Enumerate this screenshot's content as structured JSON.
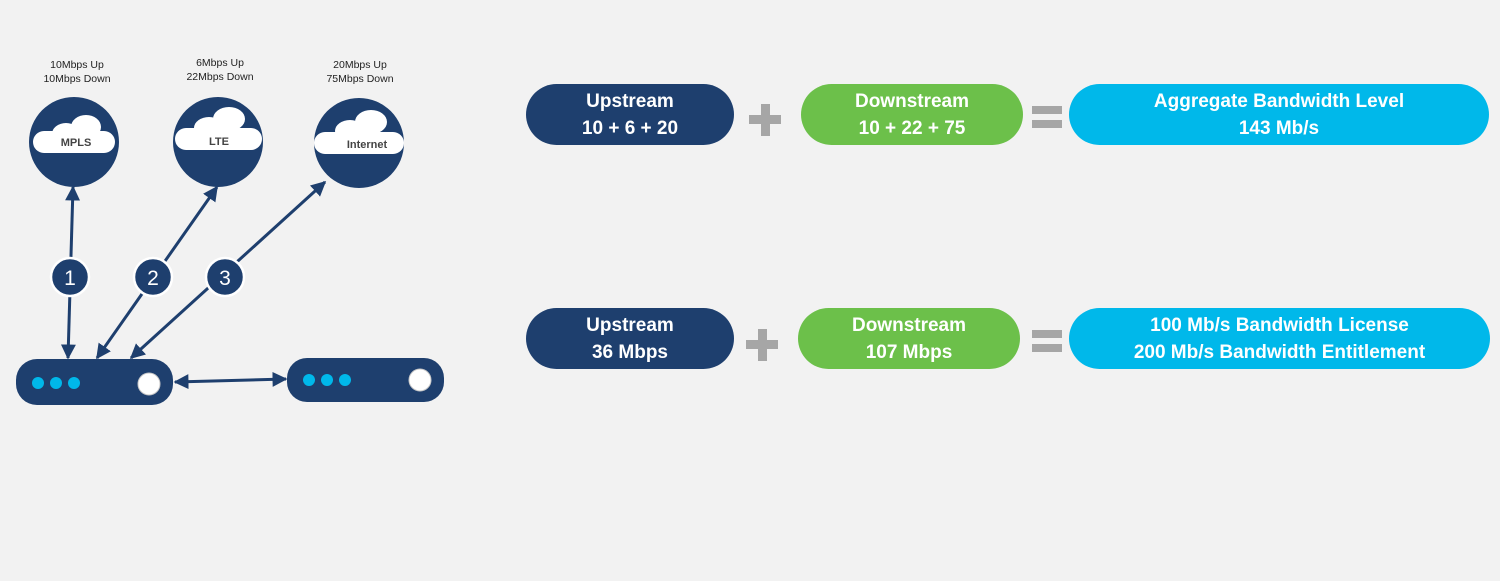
{
  "links": [
    {
      "number": "1",
      "cloud_label": "MPLS",
      "caption_line1": "10Mbps Up",
      "caption_line2": "10Mbps Down"
    },
    {
      "number": "2",
      "cloud_label": "LTE",
      "caption_line1": "6Mbps Up",
      "caption_line2": "22Mbps Down"
    },
    {
      "number": "3",
      "cloud_label": "Internet",
      "caption_line1": "20Mbps Up",
      "caption_line2": "75Mbps Down"
    }
  ],
  "equations": [
    {
      "upstream_title": "Upstream",
      "upstream_value": "10 + 6 + 20",
      "downstream_title": "Downstream",
      "downstream_value": "10 + 22 + 75",
      "result_line1": "Aggregate Bandwidth Level",
      "result_line2": "143 Mb/s"
    },
    {
      "upstream_title": "Upstream",
      "upstream_value": "36 Mbps",
      "downstream_title": "Downstream",
      "downstream_value": "107 Mbps",
      "result_line1": "100 Mb/s Bandwidth License",
      "result_line2": "200 Mb/s Bandwidth Entitlement"
    }
  ],
  "colors": {
    "navy": "#1e3f6e",
    "green": "#6cc04a",
    "cyan": "#00b8ea",
    "operator_gray": "#a6a6a6",
    "background": "#f2f2f2"
  }
}
